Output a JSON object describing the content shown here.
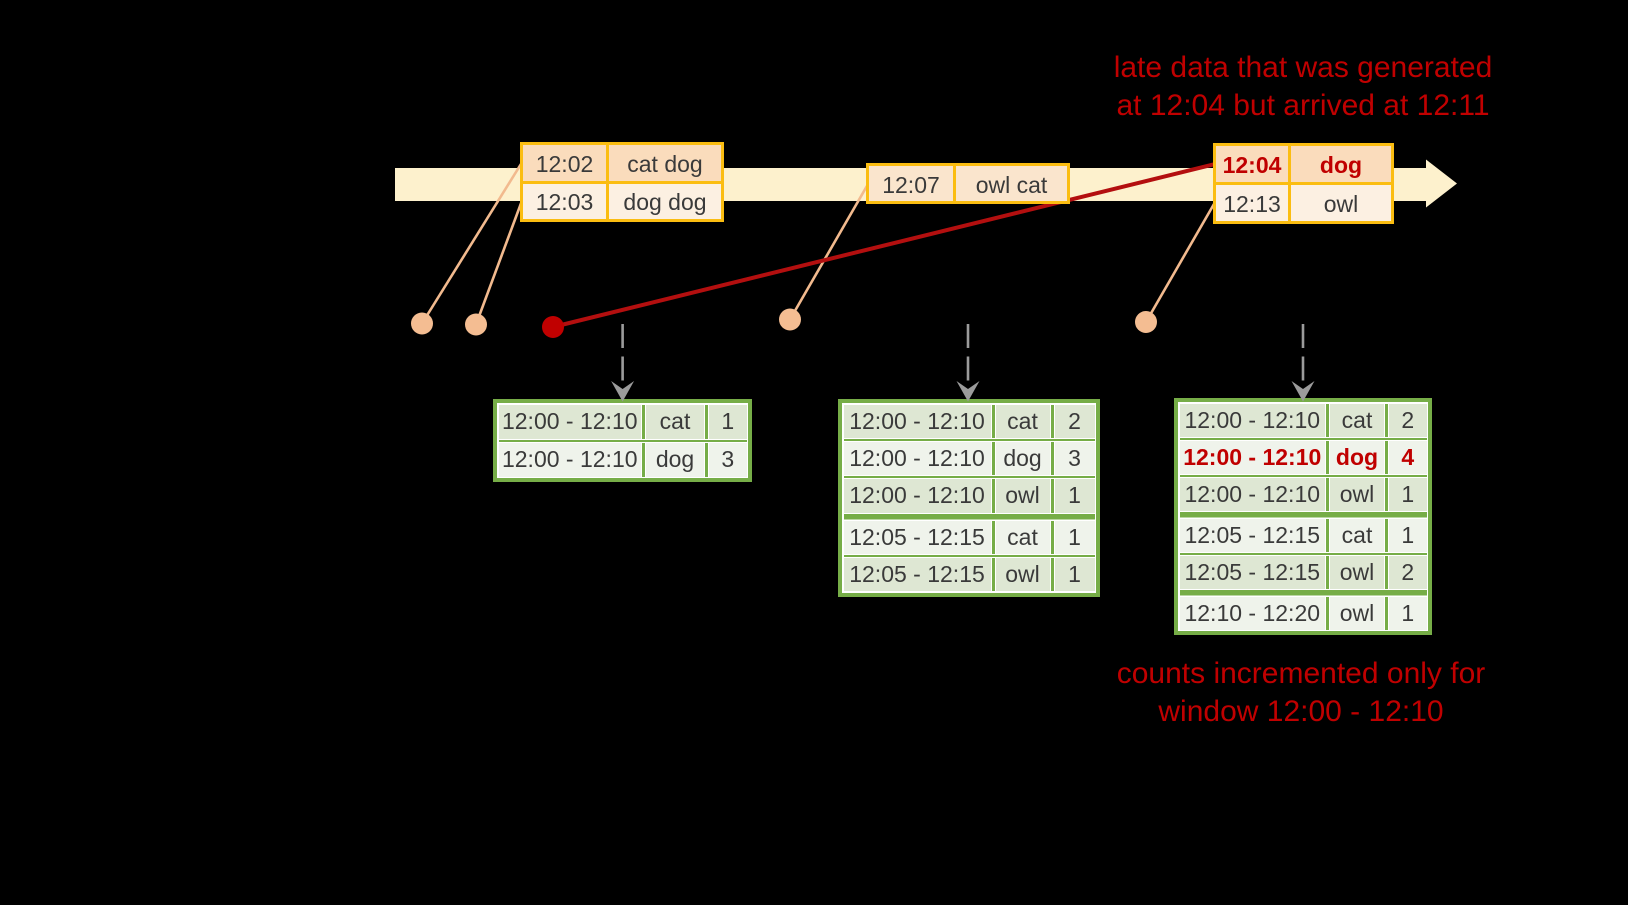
{
  "colors": {
    "background": "#000000",
    "timeline_band": "#fdf1cd",
    "event_box_border": "#fbbd11",
    "event_row_dark": "#fadcbc",
    "event_row_light": "#fcf0e2",
    "event_row_single": "#fae5cd",
    "connector_peach": "#f2ba8e",
    "dot_peach": "#f4bd92",
    "late_red": "#c00000",
    "late_line_red": "#b30f0f",
    "trigger_arrow_gray": "#9b9b9b",
    "table_border_green": "#76ad47",
    "table_row_sage": "#dee7d3",
    "table_row_light": "#eff3eb",
    "text_dark": "#3a3a3a"
  },
  "timeline": {
    "batches": [
      {
        "rows": [
          {
            "time": "12:02",
            "words": "cat dog"
          },
          {
            "time": "12:03",
            "words": "dog dog"
          }
        ]
      },
      {
        "rows": [
          {
            "time": "12:07",
            "words": "owl cat"
          }
        ]
      },
      {
        "rows": [
          {
            "time": "12:04",
            "words": "dog"
          },
          {
            "time": "12:13",
            "words": "owl"
          }
        ]
      }
    ]
  },
  "annotations": {
    "late_data_line1": "late data that was generated",
    "late_data_line2": "at 12:04 but arrived at 12:11",
    "counts_line1": "counts incremented only for",
    "counts_line2": "window 12:00 - 12:10"
  },
  "result_tables": [
    {
      "rows": [
        {
          "window": "12:00 - 12:10",
          "word": "cat",
          "count": "1"
        },
        {
          "window": "12:00 - 12:10",
          "word": "dog",
          "count": "3"
        }
      ]
    },
    {
      "rows": [
        {
          "window": "12:00 - 12:10",
          "word": "cat",
          "count": "2"
        },
        {
          "window": "12:00 - 12:10",
          "word": "dog",
          "count": "3"
        },
        {
          "window": "12:00 - 12:10",
          "word": "owl",
          "count": "1"
        },
        {
          "window": "12:05 - 12:15",
          "word": "cat",
          "count": "1"
        },
        {
          "window": "12:05 - 12:15",
          "word": "owl",
          "count": "1"
        }
      ]
    },
    {
      "rows": [
        {
          "window": "12:00 - 12:10",
          "word": "cat",
          "count": "2"
        },
        {
          "window": "12:00 - 12:10",
          "word": "dog",
          "count": "4"
        },
        {
          "window": "12:00 - 12:10",
          "word": "owl",
          "count": "1"
        },
        {
          "window": "12:05 - 12:15",
          "word": "cat",
          "count": "1"
        },
        {
          "window": "12:05 - 12:15",
          "word": "owl",
          "count": "2"
        },
        {
          "window": "12:10 - 12:20",
          "word": "owl",
          "count": "1"
        }
      ]
    }
  ]
}
